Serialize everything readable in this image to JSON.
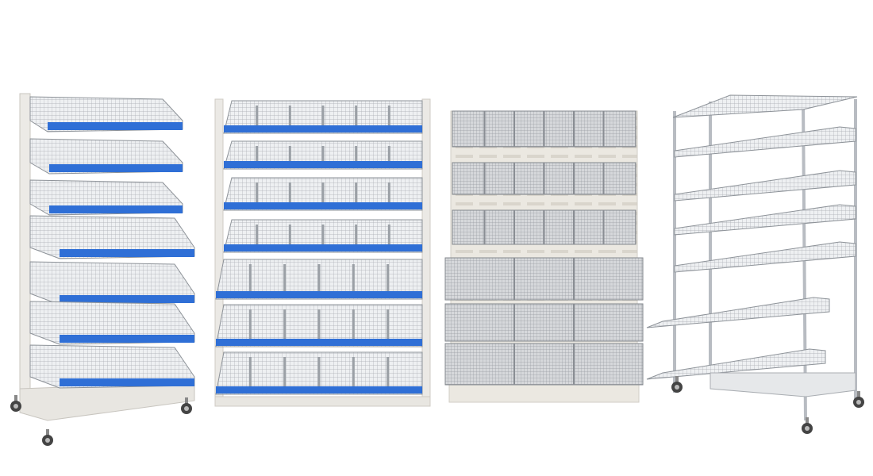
{
  "scene": {
    "background": "#ffffff",
    "products": [
      {
        "kind": "single-sided angled wire basket shelving unit on castors",
        "accent": "#2f6fd6"
      },
      {
        "kind": "angled wire basket shelving with dividers",
        "accent": "#2f6fd6"
      },
      {
        "kind": "louvred panel shelving with wire bins",
        "accent": "#e9e5dc"
      },
      {
        "kind": "chrome wire mobile trolley with pull-out baskets",
        "accent": "#c9ccd1"
      }
    ]
  }
}
